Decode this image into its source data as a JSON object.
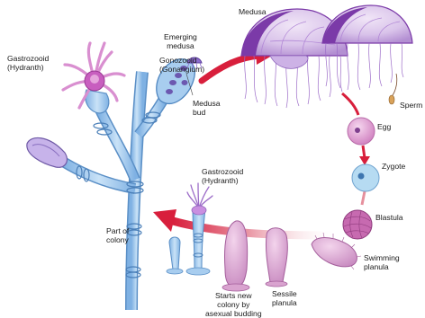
{
  "labels": {
    "gastrozooid_top": "Gastrozooid\n(Hydranth)",
    "emerging_medusa": "Emerging\nmedusa",
    "gonozooid": "Gonozooid\n(Gonangium)",
    "medusa_bud": "Medusa\nbud",
    "medusa": "Medusa",
    "sperm": "Sperm",
    "egg": "Egg",
    "zygote": "Zygote",
    "blastula": "Blastula",
    "swimming_planula": "Swimming\nplanula",
    "sessile_planula": "Sessile\nplanula",
    "starts_new_colony": "Starts new\ncolony by\nasexual budding",
    "gastrozooid_lower": "Gastrozooid\n(Hydranth)",
    "part_of_colony": "Part of\ncolony"
  },
  "colors": {
    "cycle_arrow": "#d81f3c",
    "colony_blue": "#9fc8ec",
    "colony_stroke": "#5a8fc6",
    "medusa_purple": "#7b3aa8",
    "hydranth_pink": "#d98fd0",
    "larva_pink": "#e3a6d6"
  }
}
